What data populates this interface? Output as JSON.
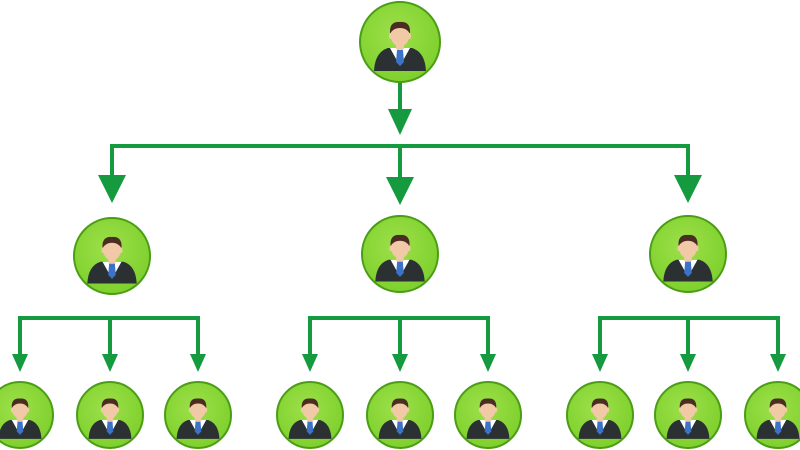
{
  "diagram": {
    "type": "org-chart",
    "levels": [
      1,
      3,
      9
    ],
    "colors": {
      "connector": "#159a3f",
      "node_fill": "#7ccf2b",
      "node_border": "#4a9d14",
      "suit": "#2b3032",
      "shirt": "#ffffff",
      "tie": "#3a73c7",
      "skin": "#f2c9a6",
      "hair": "#4b2e22"
    },
    "icon": "person-in-suit-icon"
  }
}
